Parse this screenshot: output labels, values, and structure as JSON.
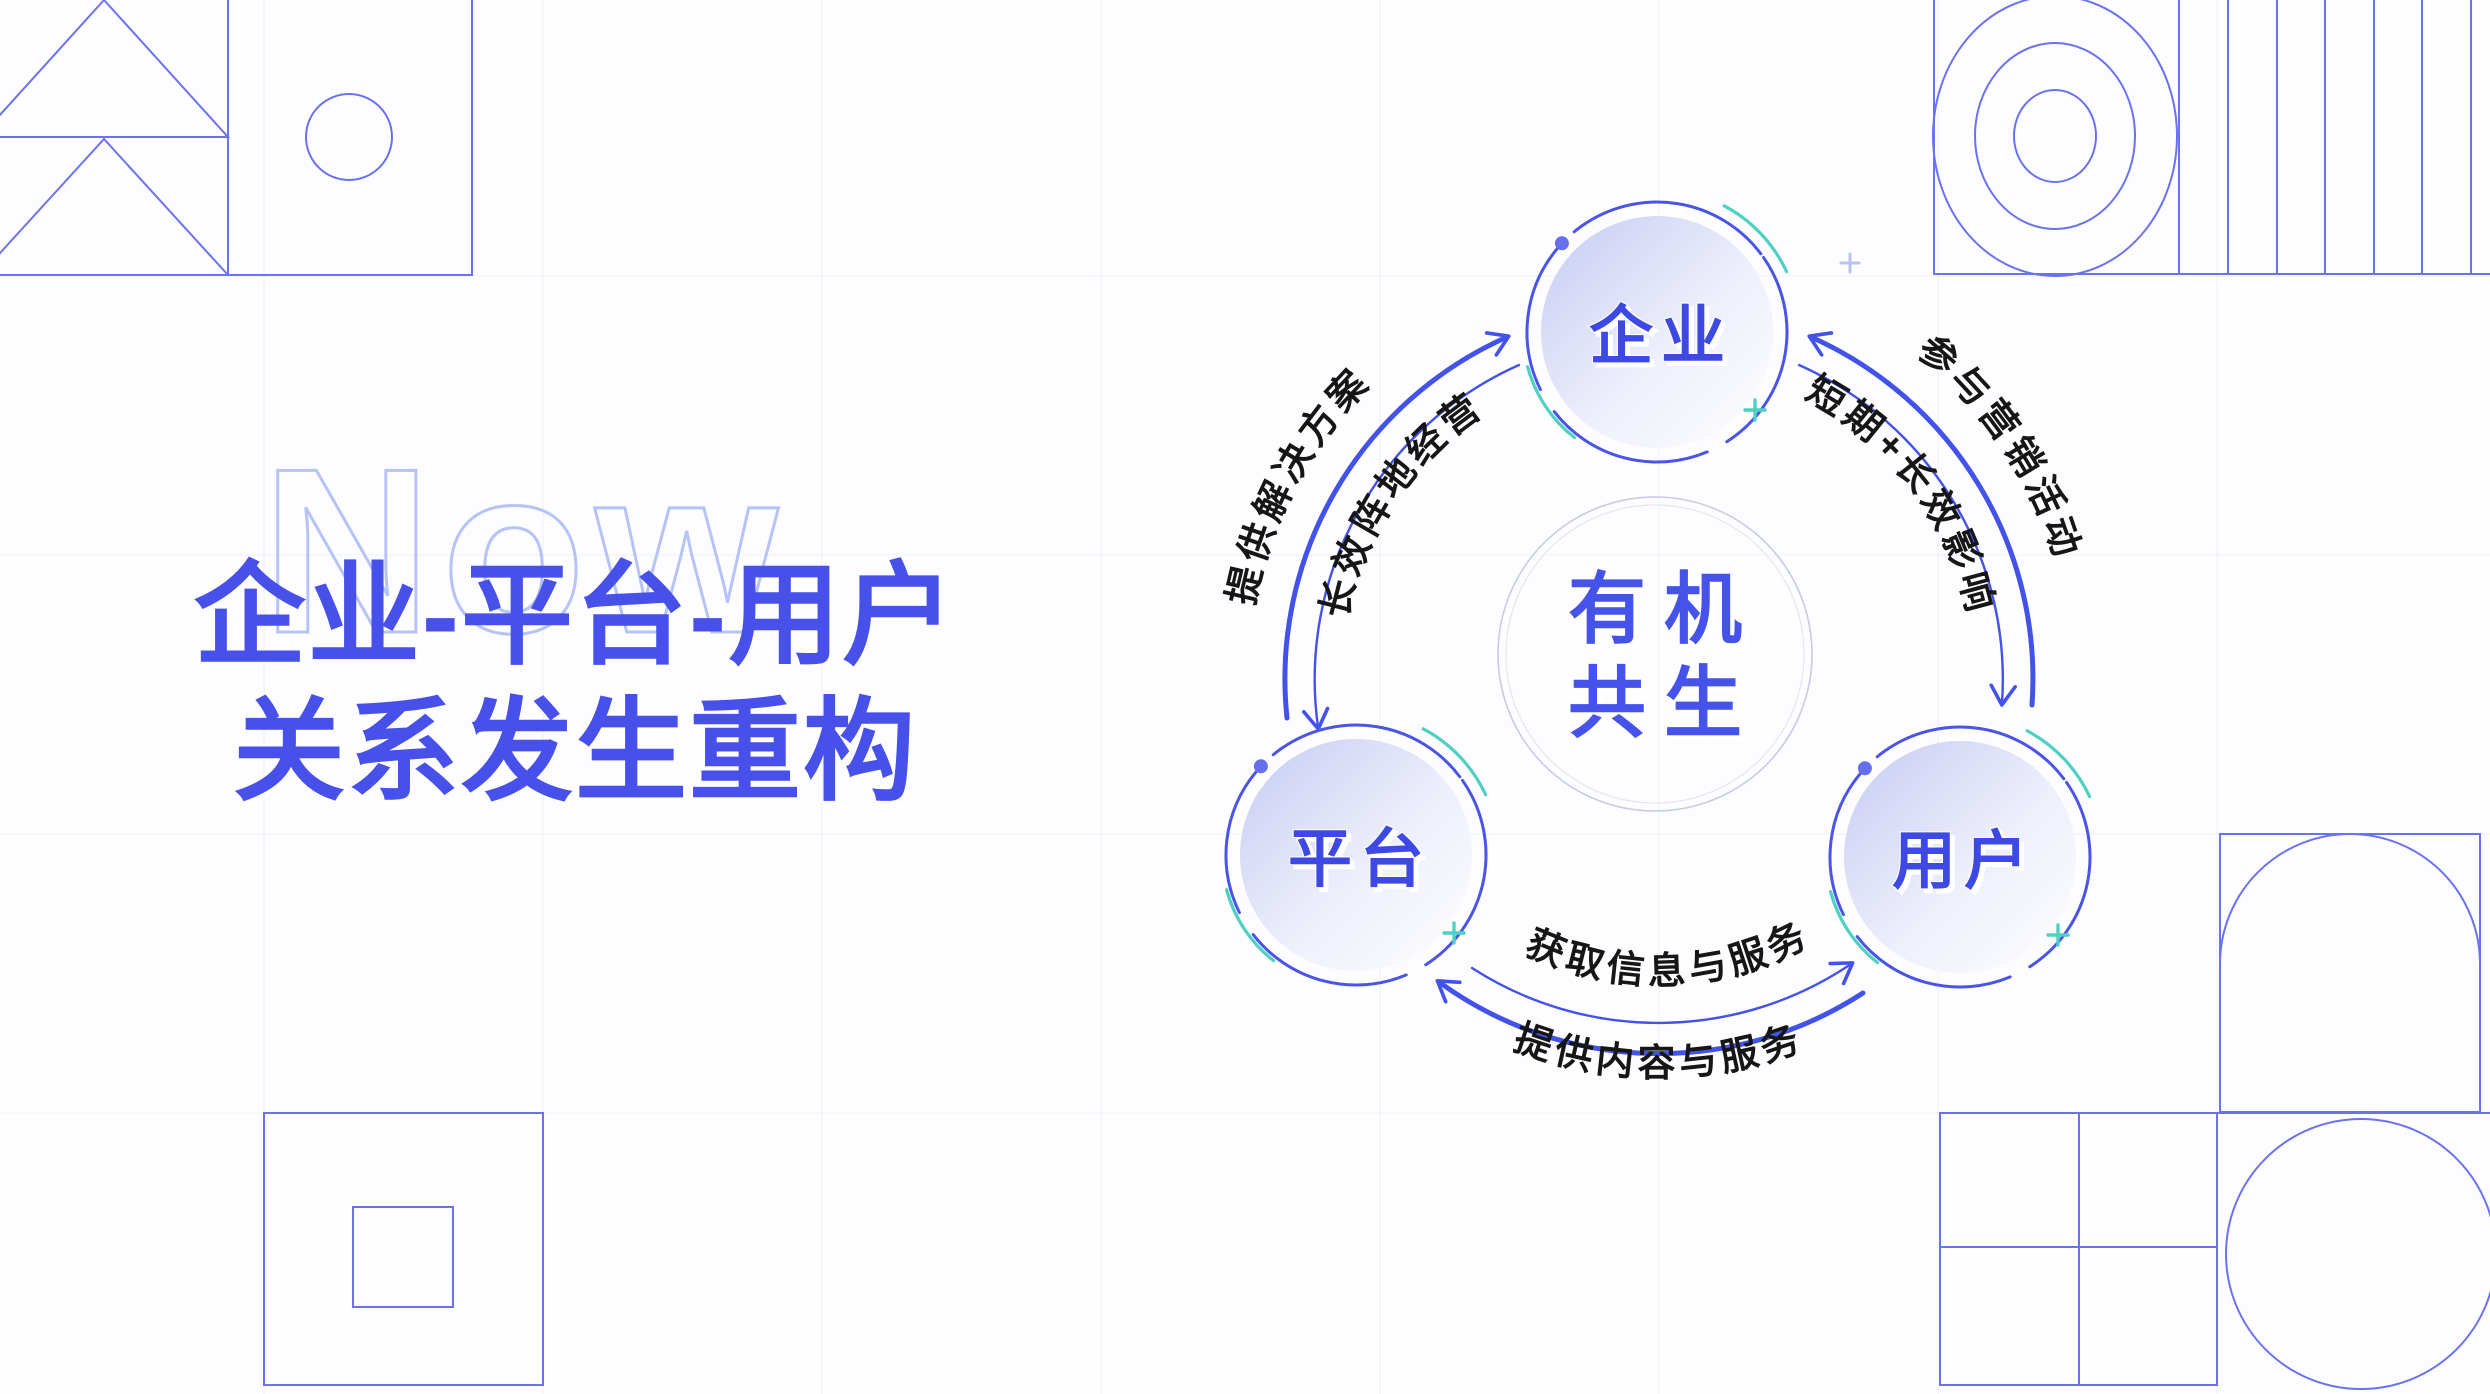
{
  "slide": {
    "watermark": "Now",
    "title": {
      "line1": "企业-平台-用户",
      "line2": "关系发生重构"
    }
  },
  "diagram": {
    "center": {
      "line1": "有机",
      "line2": "共生"
    },
    "nodes": {
      "top": "企业",
      "bottom_left": "平台",
      "bottom_right": "用户"
    },
    "edge_labels": {
      "left_outer": "提供解决方案",
      "left_inner": "长效阵地经营",
      "right_outer": "参与营销活动",
      "right_inner": "短期+长效影响",
      "bottom_inner": "获取信息与服务",
      "bottom_outer": "提供内容与服务"
    }
  },
  "colors": {
    "title_blue": "#4750E9",
    "node_text_blue": "#3D49E2",
    "arc_blue": "#4353E9",
    "teal_accent": "#4ED0C2",
    "watermark_outline": "#B6C3F7",
    "decor_outline": "#6A72EF",
    "edge_label_text": "#161616",
    "node_fill_start": "#C6CBF3",
    "node_fill_end": "#FFFFFF",
    "background": "#FDFDFF"
  }
}
